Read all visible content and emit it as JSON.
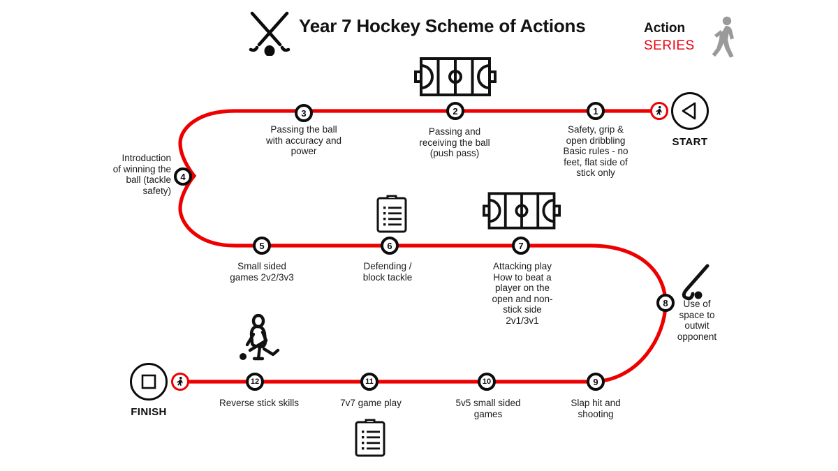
{
  "header": {
    "title": "Year 7 Hockey Scheme of Actions",
    "logo_icon": "crossed-hockey-sticks-and-ball-icon",
    "brand": {
      "line1": "Action",
      "line2": "SERIES",
      "line1_color": "#111111",
      "line2_color": "#e8000d",
      "walker_icon": "walking-person-icon",
      "walker_color": "#9a9a9a"
    }
  },
  "theme": {
    "path_color": "#ee0000",
    "node_border": "#0c0c0c",
    "text_color": "#1a1a1a",
    "background": "#ffffff"
  },
  "terminals": {
    "start": {
      "label": "START",
      "icon": "play-triangle-left-icon",
      "marker_icon": "runner-icon"
    },
    "finish": {
      "label": "FINISH",
      "icon": "stop-square-icon",
      "marker_icon": "runner-icon"
    }
  },
  "nodes": [
    {
      "number": "1",
      "label": "Safety, grip &\nopen dribbling\nBasic rules - no\nfeet, flat side of\nstick only"
    },
    {
      "number": "2",
      "label": "Passing and\nreceiving the ball\n(push pass)"
    },
    {
      "number": "3",
      "label": "Passing the ball\nwith accuracy and\npower"
    },
    {
      "number": "4",
      "label": "Introduction\nof winning the\nball (tackle\nsafety)"
    },
    {
      "number": "5",
      "label": "Small sided\ngames 2v2/3v3"
    },
    {
      "number": "6",
      "label": "Defending /\nblock tackle"
    },
    {
      "number": "7",
      "label": "Attacking play\nHow to beat a\nplayer on the\nopen and non-\nstick side\n2v1/3v1"
    },
    {
      "number": "8",
      "label": "Use of\nspace to\noutwit\nopponent"
    },
    {
      "number": "9",
      "label": "Slap hit and\nshooting"
    },
    {
      "number": "10",
      "label": "5v5 small sided\ngames"
    },
    {
      "number": "11",
      "label": "7v7 game play"
    },
    {
      "number": "12",
      "label": "Reverse stick skills"
    }
  ],
  "decor_icons": [
    {
      "name": "pitch-icon-top",
      "type": "hockey-pitch"
    },
    {
      "name": "clipboard-icon-mid",
      "type": "clipboard-checklist"
    },
    {
      "name": "pitch-icon-mid",
      "type": "hockey-pitch"
    },
    {
      "name": "hockey-stick-icon",
      "type": "hockey-stick-and-ball"
    },
    {
      "name": "hockey-player-icon",
      "type": "hockey-player"
    },
    {
      "name": "clipboard-icon-bot",
      "type": "clipboard-checklist"
    }
  ]
}
